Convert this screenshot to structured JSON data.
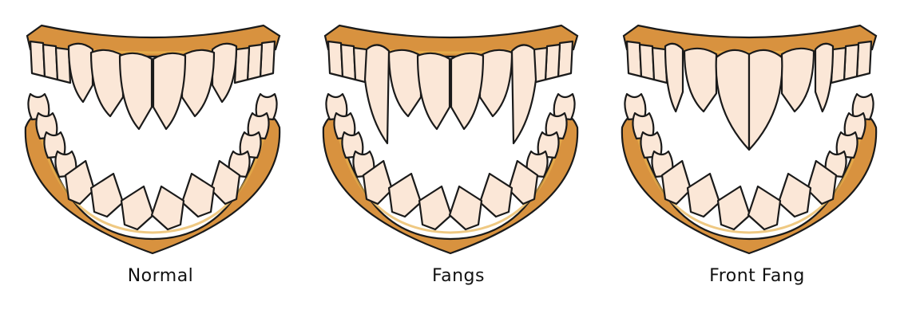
{
  "figure": {
    "panels": [
      {
        "id": "normal",
        "label": "Normal",
        "variant": "normal"
      },
      {
        "id": "fangs",
        "label": "Fangs",
        "variant": "fangs"
      },
      {
        "id": "front-fang",
        "label": "Front Fang",
        "variant": "front-fang"
      }
    ]
  },
  "colors": {
    "gum": "#D8923F",
    "gum_dark": "#B8732A",
    "gum_highlight": "#E8B24E",
    "tooth": "#FBE7D7",
    "tooth_shade": "#E7C2A2",
    "outline": "#1A1A1A",
    "background": "#FFFFFF"
  }
}
